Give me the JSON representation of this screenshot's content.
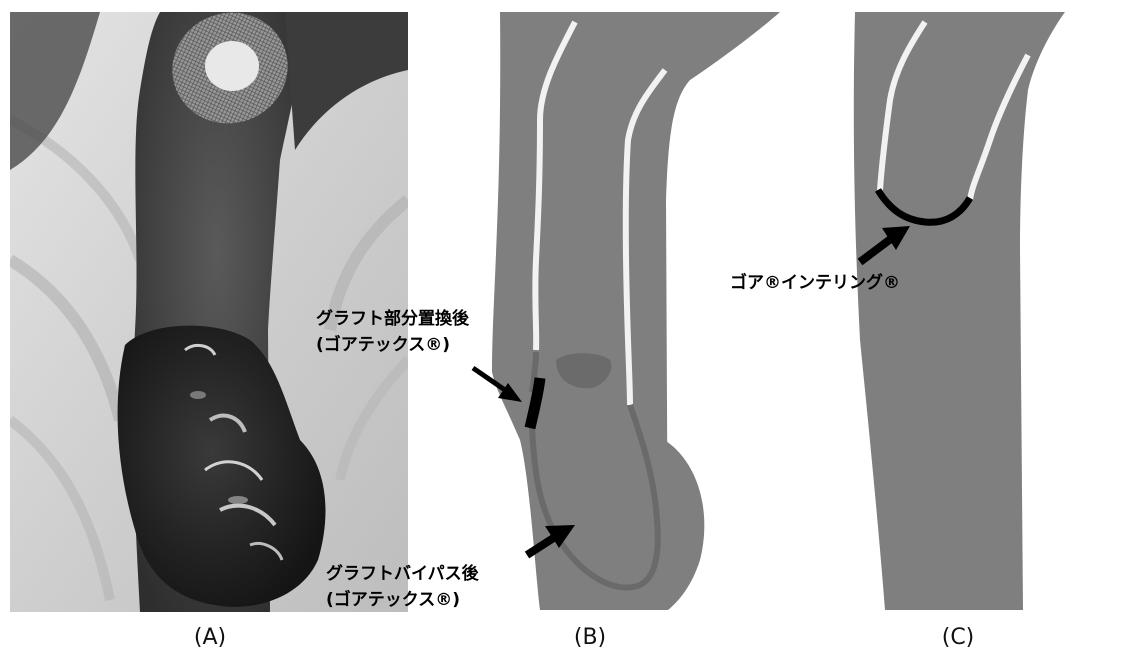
{
  "panels": {
    "a": {
      "label": "(A)"
    },
    "b": {
      "label": "(B)"
    },
    "c": {
      "label": "(C)"
    }
  },
  "annotations": {
    "partial_graft": {
      "line1": "グラフト部分置換後",
      "line2": "(ゴアテックス®)"
    },
    "bypass_graft": {
      "line1": "グラフトバイパス後",
      "line2": "(ゴアテックス®)"
    },
    "gore_ring": {
      "line1": "ゴア®インテリング®"
    }
  },
  "colors": {
    "limb": "#7f7f7f",
    "vessel_white": "#f2f2f2",
    "graft_dark": "#6a6a6a",
    "graft_black": "#000000",
    "aneurysm": "#1c1c1c",
    "wound": "#6b6b6b"
  }
}
